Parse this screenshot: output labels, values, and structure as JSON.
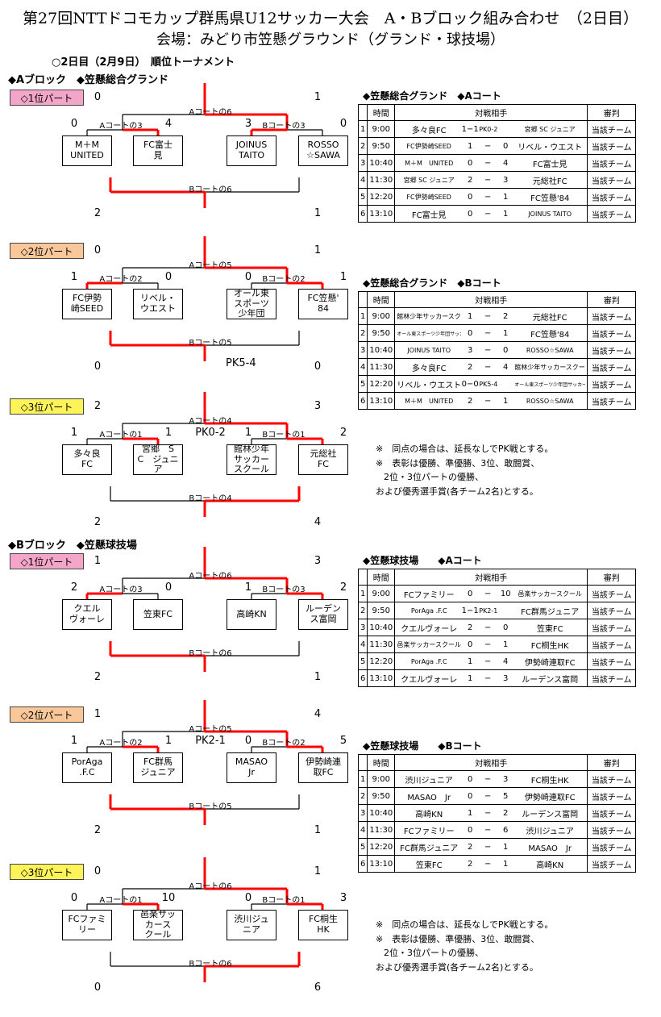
{
  "header": {
    "title": "第27回NTTドコモカップ群馬県U12サッカー大会　A・Bブロック組み合わせ　（2日目）",
    "venue_line": "会場：みどり市笠懸グラウンド（グランド・球技場）",
    "day_line": "○2日目（2月9日）　順位トーナメント"
  },
  "block_a": {
    "heading": "◆Aブロック　◆笠懸総合グランド",
    "parts": [
      {
        "label": "◇1位パート",
        "score_final_left": "0",
        "score_final_right": "1",
        "round_a": "Aコートの6",
        "round_b": "Bコートの6",
        "left_pair": {
          "court": "Aコートの3",
          "s1": "0",
          "s2": "4",
          "t1": "M＋M\nUNITED",
          "t2": "FC富士\n見"
        },
        "right_pair": {
          "court": "Bコートの3",
          "s1": "3",
          "s2": "0",
          "t1": "JOINUS\nTAITO",
          "t2": "ROSSO\n☆SAWA"
        },
        "bottom_left": "2",
        "bottom_right": "1",
        "pk_mid": "",
        "pk_bottom": ""
      },
      {
        "label": "◇2位パート",
        "score_final_left": "0",
        "score_final_right": "1",
        "round_a": "Aコートの5",
        "round_b": "Bコートの5",
        "left_pair": {
          "court": "Aコートの2",
          "s1": "1",
          "s2": "0",
          "t1": "FC伊勢\n崎SEED",
          "t2": "リベル・\nウエスト"
        },
        "right_pair": {
          "court": "Bコートの2",
          "s1": "0",
          "s2": "1",
          "t1": "オール東\nスポーツ\n少年団",
          "t2": "FC笠懸'\n84"
        },
        "bottom_left": "0",
        "bottom_right": "0",
        "pk_mid": "",
        "pk_bottom": "PK5-4"
      },
      {
        "label": "◇3位パート",
        "score_final_left": "2",
        "score_final_right": "3",
        "round_a": "Aコートの4",
        "round_b": "Bコートの4",
        "left_pair": {
          "court": "Aコートの1",
          "s1": "1",
          "s2": "1",
          "t1": "多々良\nFC",
          "t2": "宮郷　S\nC　ジュニ\nア"
        },
        "right_pair": {
          "court": "Bコートの1",
          "s1": "1",
          "s2": "2",
          "t1": "館林少年\nサッカー\nスクール",
          "t2": "元総社\nFC"
        },
        "bottom_left": "2",
        "bottom_right": "4",
        "pk_mid": "PK0-2",
        "pk_bottom": ""
      }
    ]
  },
  "block_b": {
    "heading": "◆Bブロック　◆笠懸球技場",
    "parts": [
      {
        "label": "◇1位パート",
        "score_final_left": "1",
        "score_final_right": "3",
        "round_a": "Aコートの6",
        "round_b": "Bコートの6",
        "left_pair": {
          "court": "Aコートの3",
          "s1": "2",
          "s2": "0",
          "t1": "クエル\nヴォーレ",
          "t2": "笠東FC"
        },
        "right_pair": {
          "court": "Bコートの3",
          "s1": "1",
          "s2": "2",
          "t1": "高崎KN",
          "t2": "ルーデン\nス富岡"
        },
        "bottom_left": "2",
        "bottom_right": "1",
        "pk_mid": "",
        "pk_bottom": ""
      },
      {
        "label": "◇2位パート",
        "score_final_left": "1",
        "score_final_right": "4",
        "round_a": "Aコートの5",
        "round_b": "Bコートの5",
        "left_pair": {
          "court": "Aコートの2",
          "s1": "1",
          "s2": "1",
          "t1": "PorAga\n.F.C",
          "t2": "FC群馬\nジュニア"
        },
        "right_pair": {
          "court": "Bコートの2",
          "s1": "0",
          "s2": "5",
          "t1": "MASAO\nJr",
          "t2": "伊勢崎連\n取FC"
        },
        "bottom_left": "2",
        "bottom_right": "1",
        "pk_mid": "PK2-1",
        "pk_bottom": ""
      },
      {
        "label": "◇3位パート",
        "score_final_left": "0",
        "score_final_right": "1",
        "round_a": "Aコートの6",
        "round_b": "Bコートの6",
        "left_pair": {
          "court": "Aコートの1",
          "s1": "0",
          "s2": "10",
          "t1": "FCファミ\nリー",
          "t2": "邑楽サッ\nカース\nクール"
        },
        "right_pair": {
          "court": "Bコートの1",
          "s1": "0",
          "s2": "3",
          "t1": "渋川ジュ\nニア",
          "t2": "FC桐生\nHK"
        },
        "bottom_left": "0",
        "bottom_right": "6",
        "pk_mid": "",
        "pk_bottom": ""
      }
    ]
  },
  "tables": [
    {
      "heading": "◆笠懸総合グランド　◆Aコート",
      "col_time": "時間",
      "col_match": "対戦相手",
      "col_ref": "審判",
      "rows": [
        {
          "no": "1",
          "time": "9:00",
          "home": "多々良FC",
          "s1": "1−1",
          "sep": "PK0-2",
          "s2": "",
          "away": "宮郷 SC ジュニア",
          "ref": "当該チーム"
        },
        {
          "no": "2",
          "time": "9:50",
          "home": "FC伊勢崎SEED",
          "s1": "1",
          "sep": "−",
          "s2": "0",
          "away": "リベル・ウエスト",
          "ref": "当該チーム"
        },
        {
          "no": "3",
          "time": "10:40",
          "home": "M＋M　UNITED",
          "s1": "0",
          "sep": "−",
          "s2": "4",
          "away": "FC富士見",
          "ref": "当該チーム"
        },
        {
          "no": "4",
          "time": "11:30",
          "home": "宮郷 SC ジュニア",
          "s1": "2",
          "sep": "−",
          "s2": "3",
          "away": "元総社FC",
          "ref": "当該チーム"
        },
        {
          "no": "5",
          "time": "12:20",
          "home": "FC伊勢崎SEED",
          "s1": "0",
          "sep": "−",
          "s2": "1",
          "away": "FC笠懸'84",
          "ref": "当該チーム"
        },
        {
          "no": "6",
          "time": "13:10",
          "home": "FC富士見",
          "s1": "0",
          "sep": "−",
          "s2": "1",
          "away": "JOINUS TAITO",
          "ref": "当該チーム"
        }
      ]
    },
    {
      "heading": "◆笠懸総合グランド　◆Bコート",
      "col_time": "時間",
      "col_match": "対戦相手",
      "col_ref": "審判",
      "rows": [
        {
          "no": "1",
          "time": "9:00",
          "home": "館林少年サッカースクール",
          "s1": "1",
          "sep": "−",
          "s2": "2",
          "away": "元総社FC",
          "ref": "当該チーム"
        },
        {
          "no": "2",
          "time": "9:50",
          "home": "オール東スポーツ少年団サッカークラブ",
          "s1": "0",
          "sep": "−",
          "s2": "1",
          "away": "FC笠懸'84",
          "ref": "当該チーム"
        },
        {
          "no": "3",
          "time": "10:40",
          "home": "JOINUS TAITO",
          "s1": "3",
          "sep": "−",
          "s2": "0",
          "away": "ROSSO☆SAWA",
          "ref": "当該チーム"
        },
        {
          "no": "4",
          "time": "11:30",
          "home": "多々良FC",
          "s1": "2",
          "sep": "−",
          "s2": "4",
          "away": "館林少年サッカースクール",
          "ref": "当該チーム"
        },
        {
          "no": "5",
          "time": "12:20",
          "home": "リベル・ウエスト",
          "s1": "0−0",
          "sep": "PK5-4",
          "s2": "",
          "away": "オール東スポーツ少年団サッカークラブ",
          "ref": "当該チーム"
        },
        {
          "no": "6",
          "time": "13:10",
          "home": "M＋M　UNITED",
          "s1": "2",
          "sep": "−",
          "s2": "1",
          "away": "ROSSO☆SAWA",
          "ref": "当該チーム"
        }
      ]
    },
    {
      "heading": "◆笠懸球技場　　◆Aコート",
      "col_time": "時間",
      "col_match": "対戦相手",
      "col_ref": "審判",
      "rows": [
        {
          "no": "1",
          "time": "9:00",
          "home": "FCファミリー",
          "s1": "0",
          "sep": "−",
          "s2": "10",
          "away": "邑楽サッカースクール",
          "ref": "当該チーム"
        },
        {
          "no": "2",
          "time": "9:50",
          "home": "PorAga .F.C",
          "s1": "1−1",
          "sep": "PK2-1",
          "s2": "",
          "away": "FC群馬ジュニア",
          "ref": "当該チーム"
        },
        {
          "no": "3",
          "time": "10:40",
          "home": "クエルヴォーレ",
          "s1": "2",
          "sep": "−",
          "s2": "0",
          "away": "笠東FC",
          "ref": "当該チーム"
        },
        {
          "no": "4",
          "time": "11:30",
          "home": "邑楽サッカースクール",
          "s1": "0",
          "sep": "−",
          "s2": "1",
          "away": "FC桐生HK",
          "ref": "当該チーム"
        },
        {
          "no": "5",
          "time": "12:20",
          "home": "PorAga .F.C",
          "s1": "1",
          "sep": "−",
          "s2": "4",
          "away": "伊勢崎連取FC",
          "ref": "当該チーム"
        },
        {
          "no": "6",
          "time": "13:10",
          "home": "クエルヴォーレ",
          "s1": "1",
          "sep": "−",
          "s2": "3",
          "away": "ルーデンス富岡",
          "ref": "当該チーム"
        }
      ]
    },
    {
      "heading": "◆笠懸球技場　　◆Bコート",
      "col_time": "時間",
      "col_match": "対戦相手",
      "col_ref": "審判",
      "rows": [
        {
          "no": "1",
          "time": "9:00",
          "home": "渋川ジュニア",
          "s1": "0",
          "sep": "−",
          "s2": "3",
          "away": "FC桐生HK",
          "ref": "当該チーム"
        },
        {
          "no": "2",
          "time": "9:50",
          "home": "MASAO　Jr",
          "s1": "0",
          "sep": "−",
          "s2": "5",
          "away": "伊勢崎連取FC",
          "ref": "当該チーム"
        },
        {
          "no": "3",
          "time": "10:40",
          "home": "高崎KN",
          "s1": "1",
          "sep": "−",
          "s2": "2",
          "away": "ルーデンス富岡",
          "ref": "当該チーム"
        },
        {
          "no": "4",
          "time": "11:30",
          "home": "FCファミリー",
          "s1": "0",
          "sep": "−",
          "s2": "6",
          "away": "渋川ジュニア",
          "ref": "当該チーム"
        },
        {
          "no": "5",
          "time": "12:20",
          "home": "FC群馬ジュニア",
          "s1": "2",
          "sep": "−",
          "s2": "1",
          "away": "MASAO　Jr",
          "ref": "当該チーム"
        },
        {
          "no": "6",
          "time": "13:10",
          "home": "笠東FC",
          "s1": "2",
          "sep": "−",
          "s2": "1",
          "away": "高崎KN",
          "ref": "当該チーム"
        }
      ]
    }
  ],
  "notes": {
    "line1": "※　同点の場合は、延長なしでPK戦とする。",
    "line2": "※　表彰は優勝、準優勝、3位、敢闘賞、",
    "line3": "2位・3位パートの優勝、",
    "line4": "および優秀選手賞(各チーム2名)とする。"
  },
  "colors": {
    "win_line": "#ff0000",
    "line": "#000000",
    "part1": "#f4a6c8",
    "part2": "#f9c79a",
    "part3": "#fff35a"
  }
}
